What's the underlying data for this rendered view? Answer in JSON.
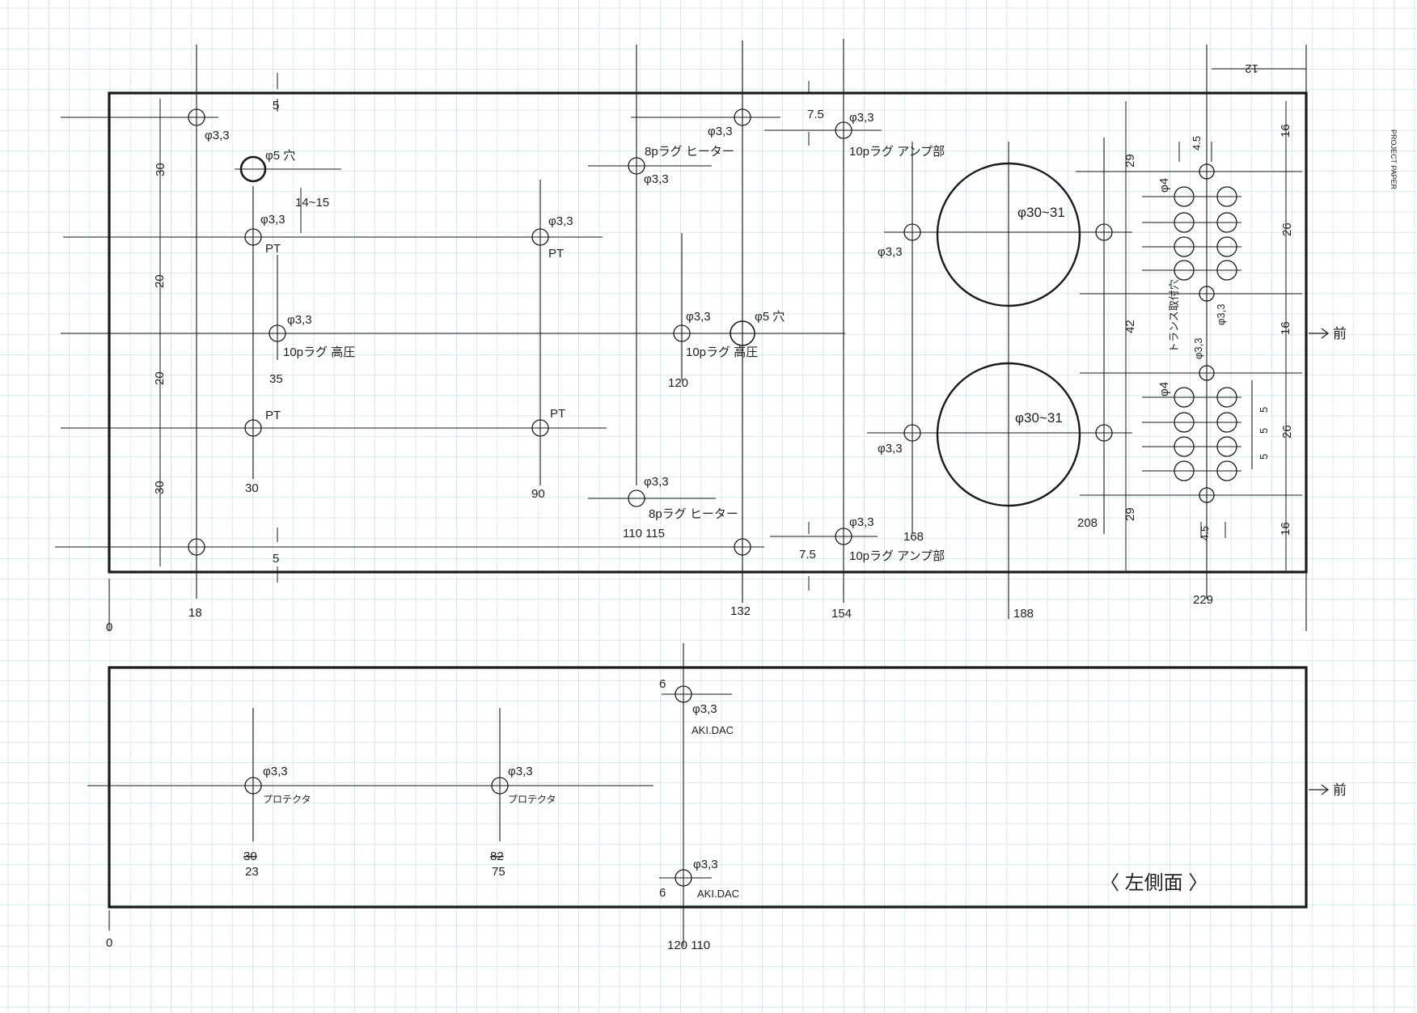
{
  "watermark": "PROJECT PAPER",
  "colors": {
    "grid": "#cfe3ea",
    "ink": "#1a1a1a"
  },
  "top_panel": {
    "labels": [
      "5",
      "5",
      "30",
      "20",
      "20",
      "30",
      "φ3,3",
      "φ5 穴",
      "14~15",
      "φ3,3",
      "PT",
      "φ3,3",
      "10pラグ 高圧",
      "35",
      "PT",
      "30",
      "φ3,3",
      "PT",
      "PT",
      "90",
      "8pラグ ヒーター",
      "φ3,3",
      "φ3,3",
      "8pラグ ヒーター",
      "110 115",
      "φ3,3",
      "10pラグ 高圧",
      "120",
      "φ3,3",
      "φ5 穴",
      "7.5",
      "φ3,3",
      "10pラグ アンプ部",
      "7.5",
      "φ3,3",
      "10pラグ アンプ部",
      "φ3,3",
      "φ30~31",
      "φ3,3",
      "φ30~31",
      "168",
      "208",
      "29",
      "42",
      "29",
      "φ4",
      "φ4",
      "トランス取付穴",
      "φ3,3",
      "φ3,3",
      "4.5",
      "4.5",
      "16",
      "26",
      "16",
      "26",
      "16",
      "12",
      "5",
      "5",
      "5",
      "0",
      "18",
      "132",
      "154",
      "188",
      "229",
      "前"
    ]
  },
  "side_panel": {
    "title": "〈 左側面 〉",
    "labels": [
      "φ3,3",
      "プロテクタ",
      "30",
      "23",
      "φ3,3",
      "プロテクタ",
      "82",
      "75",
      "6",
      "φ3,3",
      "AKI.DAC",
      "6",
      "φ3,3",
      "AKI.DAC",
      "120 110",
      "0",
      "前"
    ]
  }
}
